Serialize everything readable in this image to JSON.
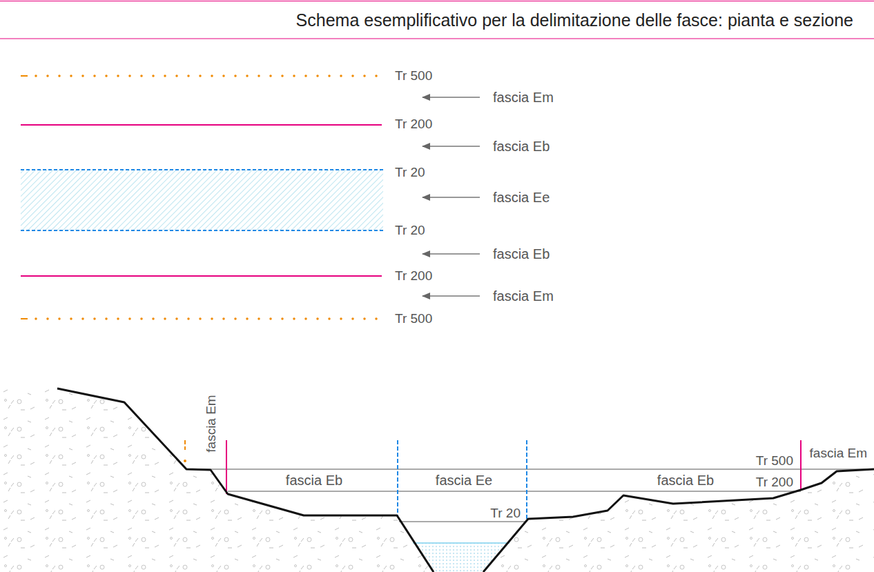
{
  "diagram": {
    "title": "Schema esemplificativo per la delimitazione delle fasce: pianta e sezione",
    "labels": [
      "Tr 500",
      "fascia Em",
      "Tr 200",
      "fascia Eb",
      "Tr 20",
      "fascia Ee",
      "Tr 20",
      "fascia Eb",
      "Tr 200",
      "fascia Em",
      "Tr 500",
      "fascia Em",
      "fascia Eb",
      "fascia Ee",
      "Tr 20",
      "fascia Eb",
      "Tr 500",
      "Tr 200",
      "fascia Em"
    ]
  }
}
